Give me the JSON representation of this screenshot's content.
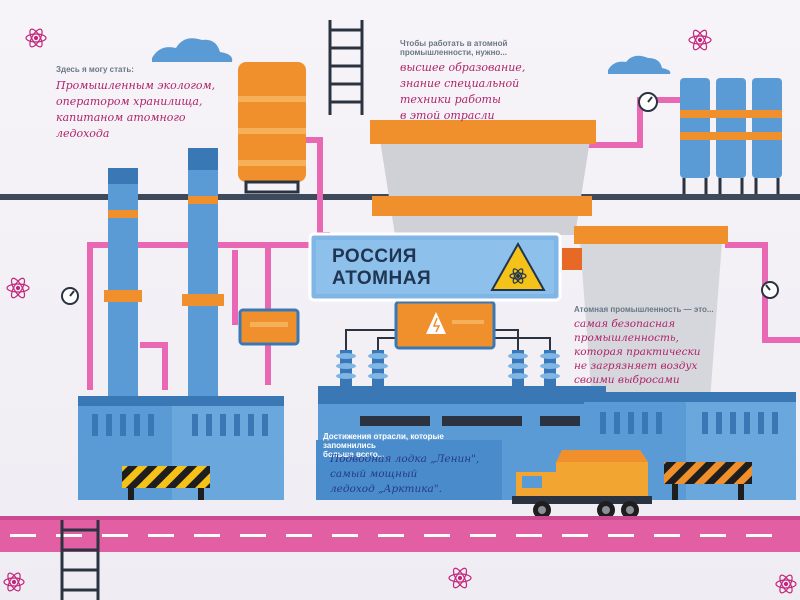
{
  "poster": {
    "sign_line1": "РОССИЯ",
    "sign_line2": "АТОМНАЯ",
    "section_jobs": {
      "title": "Здесь я могу стать:",
      "lines": [
        "Промышленным экологом,",
        "оператором хранилища,",
        "капитаном атомного",
        "ледохода"
      ]
    },
    "section_requirements": {
      "title_line1": "Чтобы работать в атомной",
      "title_line2": "промышленности, нужно...",
      "lines": [
        "высшее образование,",
        "знание специальной",
        "техники работы",
        "в этой отрасли"
      ]
    },
    "section_industry": {
      "title": "Атомная промышленность — это...",
      "lines": [
        "самая безопасная",
        "промышленность,",
        "которая практически",
        "не загрязняет воздух",
        "своими выбросами"
      ]
    },
    "section_achievements": {
      "title_line1": "Достижения отрасли, которые запомнились",
      "title_line2": "больше всего...",
      "lines": [
        "Подводная лодка „Ленин\",",
        "самый мощный",
        "ледоход „Арктика\"."
      ]
    }
  },
  "colors": {
    "blue": "#5b9bd5",
    "dark_blue": "#3a77b5",
    "orange": "#f0902c",
    "pink": "#e868b3",
    "road": "#e25fa3",
    "handwriting_pink": "#b0226b",
    "handwriting_blue": "#253a8a"
  },
  "icons": [
    "radiation-icon",
    "atom-icon",
    "cloud-icon",
    "gauge-icon",
    "high-voltage-icon",
    "dump-truck-icon"
  ]
}
